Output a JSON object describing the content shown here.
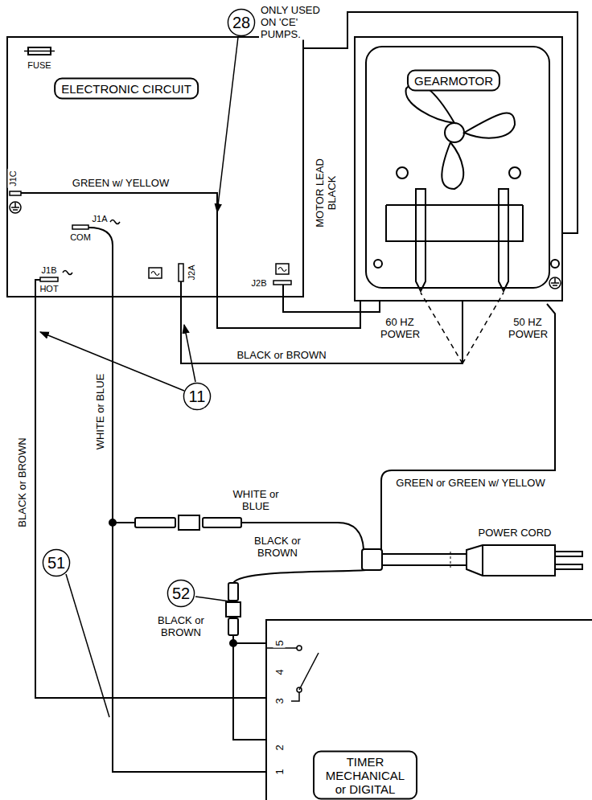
{
  "diagram": {
    "nodes": [
      {
        "text": [
          "28"
        ]
      },
      {
        "text": [
          "ELECTRONIC CIRCUIT"
        ]
      },
      {
        "text": [
          "GEARMOTOR"
        ]
      },
      {
        "text": [
          "11"
        ]
      },
      {
        "text": [
          "51"
        ]
      },
      {
        "text": [
          "52"
        ]
      },
      {
        "text": [
          "TIMER MECHANICAL or DIGITAL"
        ]
      }
    ],
    "edges": [
      {
        "from": 1,
        "to": 2,
        "label": "GREEN w/ YELLOW",
        "arrow": "none"
      },
      {
        "from": 1,
        "to": 2,
        "label": "MOTOR LEAD BLACK",
        "arrow": "none"
      },
      {
        "from": 1,
        "to": 2,
        "arrow": "none"
      },
      {
        "from": 1,
        "to": 2,
        "label": "BLACK or BROWN",
        "arrow": "none"
      },
      {
        "from": 1,
        "to": 6,
        "label": "BLACK or BROWN",
        "arrow": "none"
      },
      {
        "from": 1,
        "to": 6,
        "label": "WHITE or BLUE",
        "arrow": "none"
      }
    ],
    "labels": [
      "ONLY USED ON 'CE' PUMPS.",
      "FUSE",
      "J1C",
      "J1A",
      "COM",
      "J1B",
      "HOT",
      "J2A",
      "J2B",
      "60 HZ POWER",
      "50 HZ POWER",
      "GREEN or GREEN w/ YELLOW",
      "WHITE or BLUE",
      "BLACK or BROWN",
      "POWER CORD",
      "BLACK or BROWN",
      "5",
      "4",
      "3",
      "2",
      "1"
    ]
  }
}
